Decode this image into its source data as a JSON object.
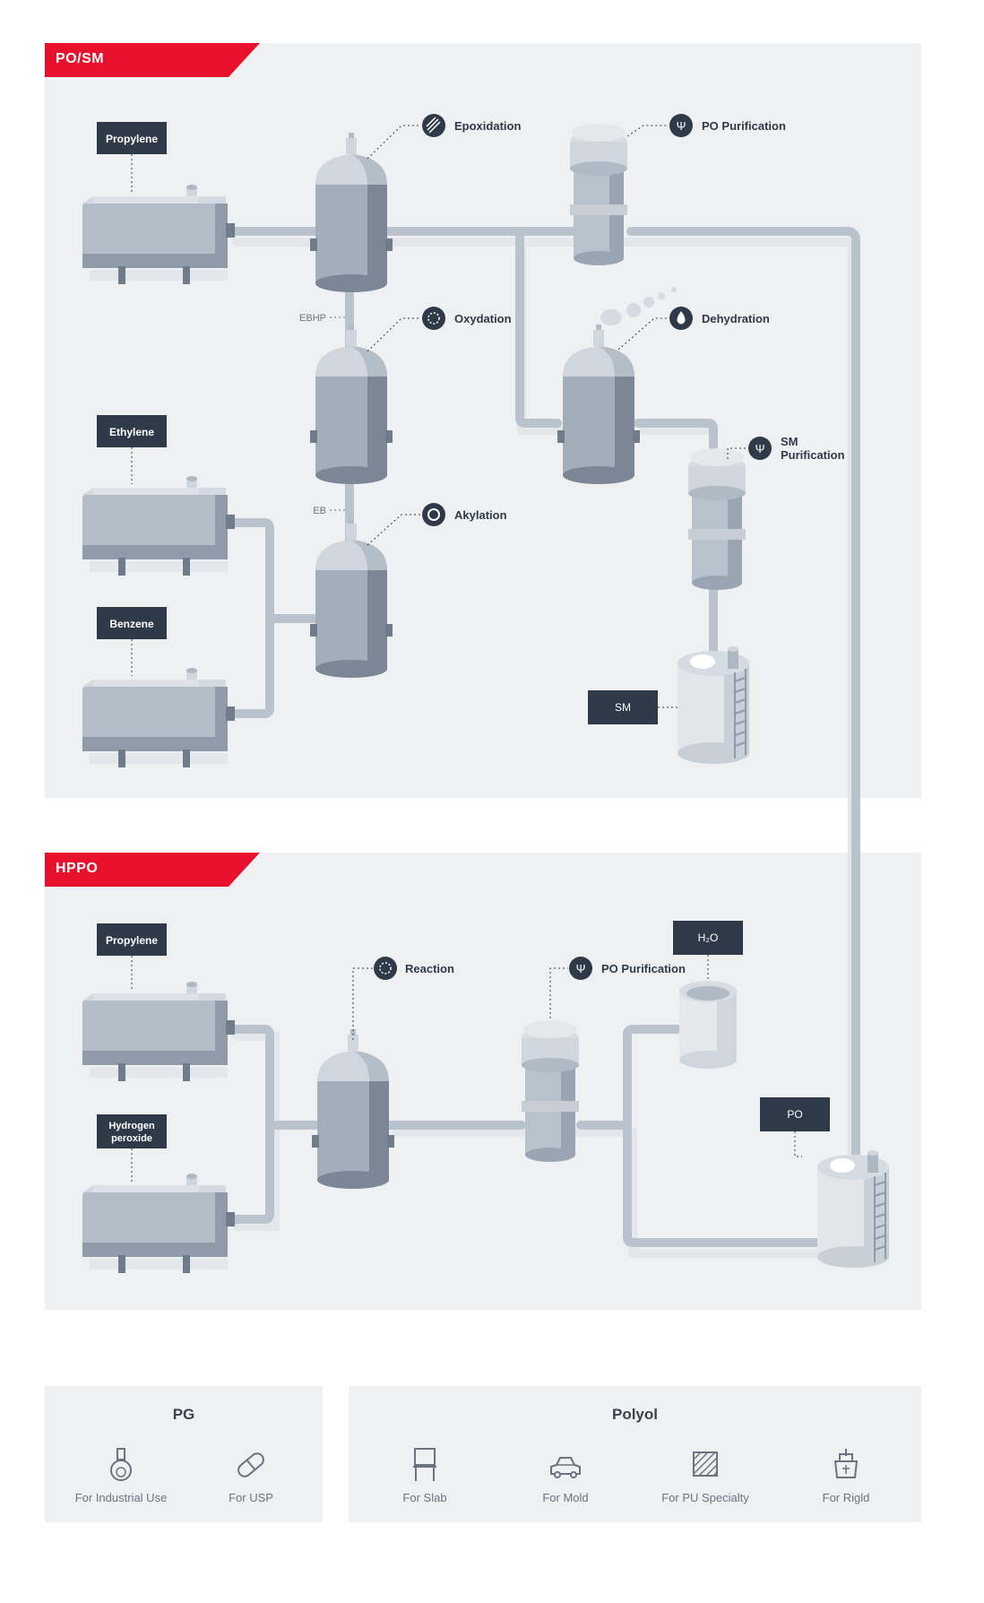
{
  "colors": {
    "accent": "#e8112d",
    "panel_bg": "#eff0f2",
    "label_bg": "#2f3a49",
    "vessel_dark": "#7c8896",
    "vessel_mid": "#a9b4c0",
    "vessel_light": "#d5dbe2",
    "pipe": "#b8c3ce"
  },
  "posm": {
    "title": "PO/SM",
    "feeds": [
      "Propylene",
      "Ethylene",
      "Benzene"
    ],
    "steps": {
      "epoxidation": "Epoxidation",
      "po_purification": "PO Purification",
      "oxydation": "Oxydation",
      "dehydration": "Dehydration",
      "akylation": "Akylation",
      "sm_purification_1": "SM",
      "sm_purification_2": "Purification"
    },
    "streams": {
      "ebhp": "EBHP",
      "eb": "EB"
    },
    "products": {
      "sm": "SM"
    }
  },
  "hppo": {
    "title": "HPPO",
    "feeds": [
      "Propylene",
      "Hydrogen",
      "peroxide"
    ],
    "steps": {
      "reaction": "Reaction",
      "po_purification": "PO Purification"
    },
    "labels": {
      "h2o": "H₂O",
      "po": "PO"
    }
  },
  "products": {
    "pg": {
      "title": "PG",
      "items": [
        {
          "label": "For Industrial Use",
          "icon": "flask-icon"
        },
        {
          "label": "For USP",
          "icon": "capsule-icon"
        }
      ]
    },
    "polyol": {
      "title": "Polyol",
      "items": [
        {
          "label": "For Slab",
          "icon": "chair-icon"
        },
        {
          "label": "For Mold",
          "icon": "car-icon"
        },
        {
          "label": "For PU Specialty",
          "icon": "hatch-icon"
        },
        {
          "label": "For Rigld",
          "icon": "ship-icon"
        }
      ]
    }
  }
}
